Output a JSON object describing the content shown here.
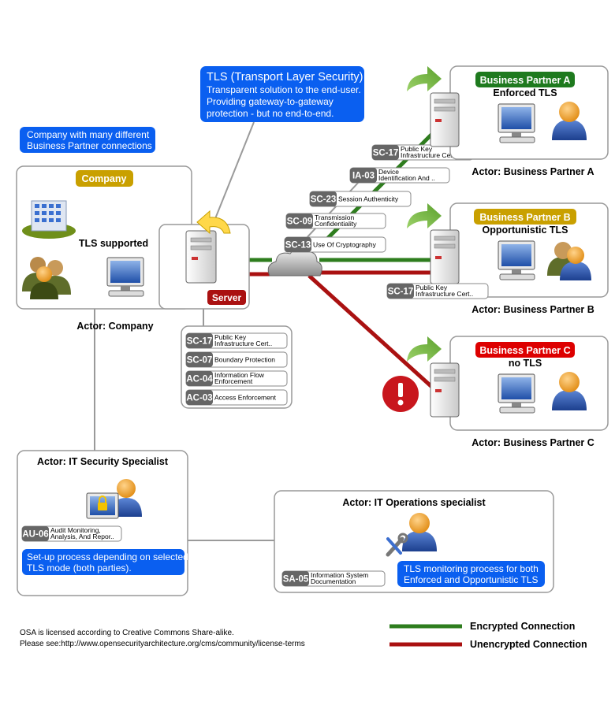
{
  "notes": {
    "tls_title": "TLS (Transport Layer Security)",
    "tls_lines": [
      "Transparent solution to the end-user.",
      "Providing gateway-to-gateway",
      "protection - but no end-to-end."
    ],
    "company_note": [
      "Company with many different",
      "Business Partner connections"
    ],
    "setup_note": [
      "Set-up process depending on selected",
      "TLS mode (both parties)."
    ],
    "monitoring_note": [
      "TLS monitoring process for both",
      "Enforced and Opportunistic TLS"
    ]
  },
  "company": {
    "header": "Company",
    "status": "TLS supported",
    "actor": "Actor: Company"
  },
  "server": {
    "label": "Server"
  },
  "partners": [
    {
      "header": "Business Partner A",
      "status": "Enforced TLS",
      "actor": "Actor: Business Partner A",
      "color": "#1e7a1e"
    },
    {
      "header": "Business Partner B",
      "status": "Opportunistic TLS",
      "actor": "Actor: Business Partner B",
      "color": "#c9a000"
    },
    {
      "header": "Business Partner C",
      "status": "no TLS",
      "actor": "Actor: Business Partner C",
      "color": "#dd0000"
    }
  ],
  "controls": {
    "chain": [
      {
        "id": "SC-17",
        "name": [
          "Public Key",
          "Infrastructure Cert.."
        ]
      },
      {
        "id": "IA-03",
        "name": [
          "Device",
          "Identification And .."
        ]
      },
      {
        "id": "SC-23",
        "name": [
          "Session Authenticity"
        ]
      },
      {
        "id": "SC-09",
        "name": [
          "Transmission",
          "Confidentiality"
        ]
      },
      {
        "id": "SC-13",
        "name": [
          "Use Of Cryptography"
        ]
      }
    ],
    "partner_b": {
      "id": "SC-17",
      "name": [
        "Public Key",
        "Infrastructure Cert.."
      ]
    },
    "server": [
      {
        "id": "SC-17",
        "name": [
          "Public Key",
          "Infrastructure Cert.."
        ]
      },
      {
        "id": "SC-07",
        "name": [
          "Boundary Protection"
        ]
      },
      {
        "id": "AC-04",
        "name": [
          "Information Flow",
          "Enforcement"
        ]
      },
      {
        "id": "AC-03",
        "name": [
          "Access Enforcement"
        ]
      }
    ],
    "security": {
      "id": "AU-06",
      "name": [
        "Audit Monitoring,",
        "Analysis, And Repor.."
      ]
    },
    "operations": {
      "id": "SA-05",
      "name": [
        "Information System",
        "Documentation"
      ]
    }
  },
  "actors": {
    "security": "Actor: IT Security Specialist",
    "operations": "Actor:  IT Operations specialist"
  },
  "footer": [
    "OSA is licensed according to Creative Commons Share-alike.",
    "Please see:http://www.opensecurityarchitecture.org/cms/community/license-terms"
  ],
  "legend": [
    {
      "label": "Encrypted Connection",
      "color": "#2e7d1e"
    },
    {
      "label": "Unencrypted Connection",
      "color": "#aa1111"
    }
  ],
  "colors": {
    "note_blue": "#0a5ff0",
    "control_gray": "#666666",
    "company_header": "#c9a000",
    "server_label": "#aa1111"
  }
}
